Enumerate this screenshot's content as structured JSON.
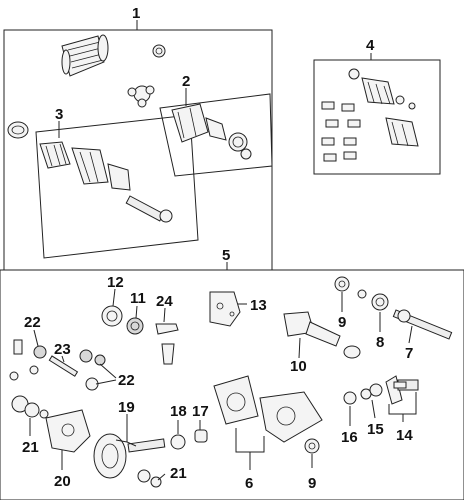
{
  "callouts": [
    "1",
    "2",
    "3",
    "4",
    "5",
    "6",
    "7",
    "8",
    "9",
    "9",
    "10",
    "11",
    "12",
    "13",
    "14",
    "15",
    "16",
    "17",
    "18",
    "19",
    "20",
    "21",
    "21",
    "22",
    "22",
    "23",
    "24"
  ]
}
